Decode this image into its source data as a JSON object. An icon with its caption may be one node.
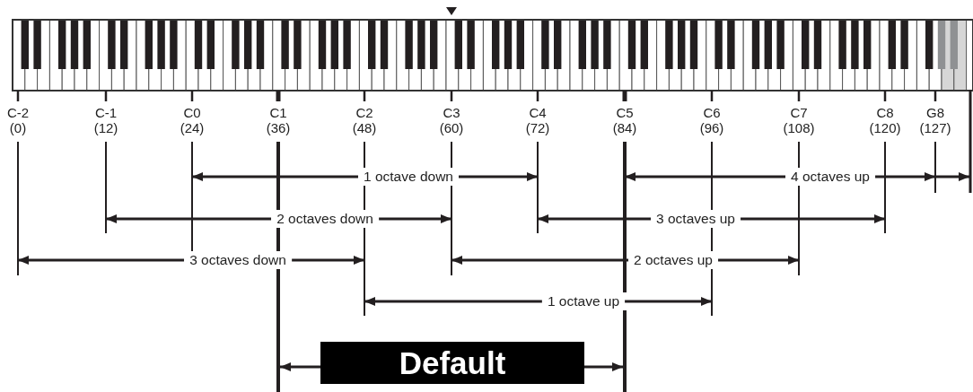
{
  "diagram": {
    "nodes": [
      {
        "text": [
          "Default"
        ]
      }
    ],
    "labels": [
      "C-2 (0)",
      "C-1 (12)",
      "C0 (24)",
      "C1 (36)",
      "C2 (48)",
      "C3 (60)",
      "C4 (72)",
      "C5 (84)",
      "C6 (96)",
      "C7 (108)",
      "C8 (120)",
      "G8 (127)",
      "1 octave down",
      "4 octaves up",
      "2 octaves down",
      "3 octaves up",
      "3 octaves down",
      "2 octaves up",
      "1 octave up"
    ]
  }
}
